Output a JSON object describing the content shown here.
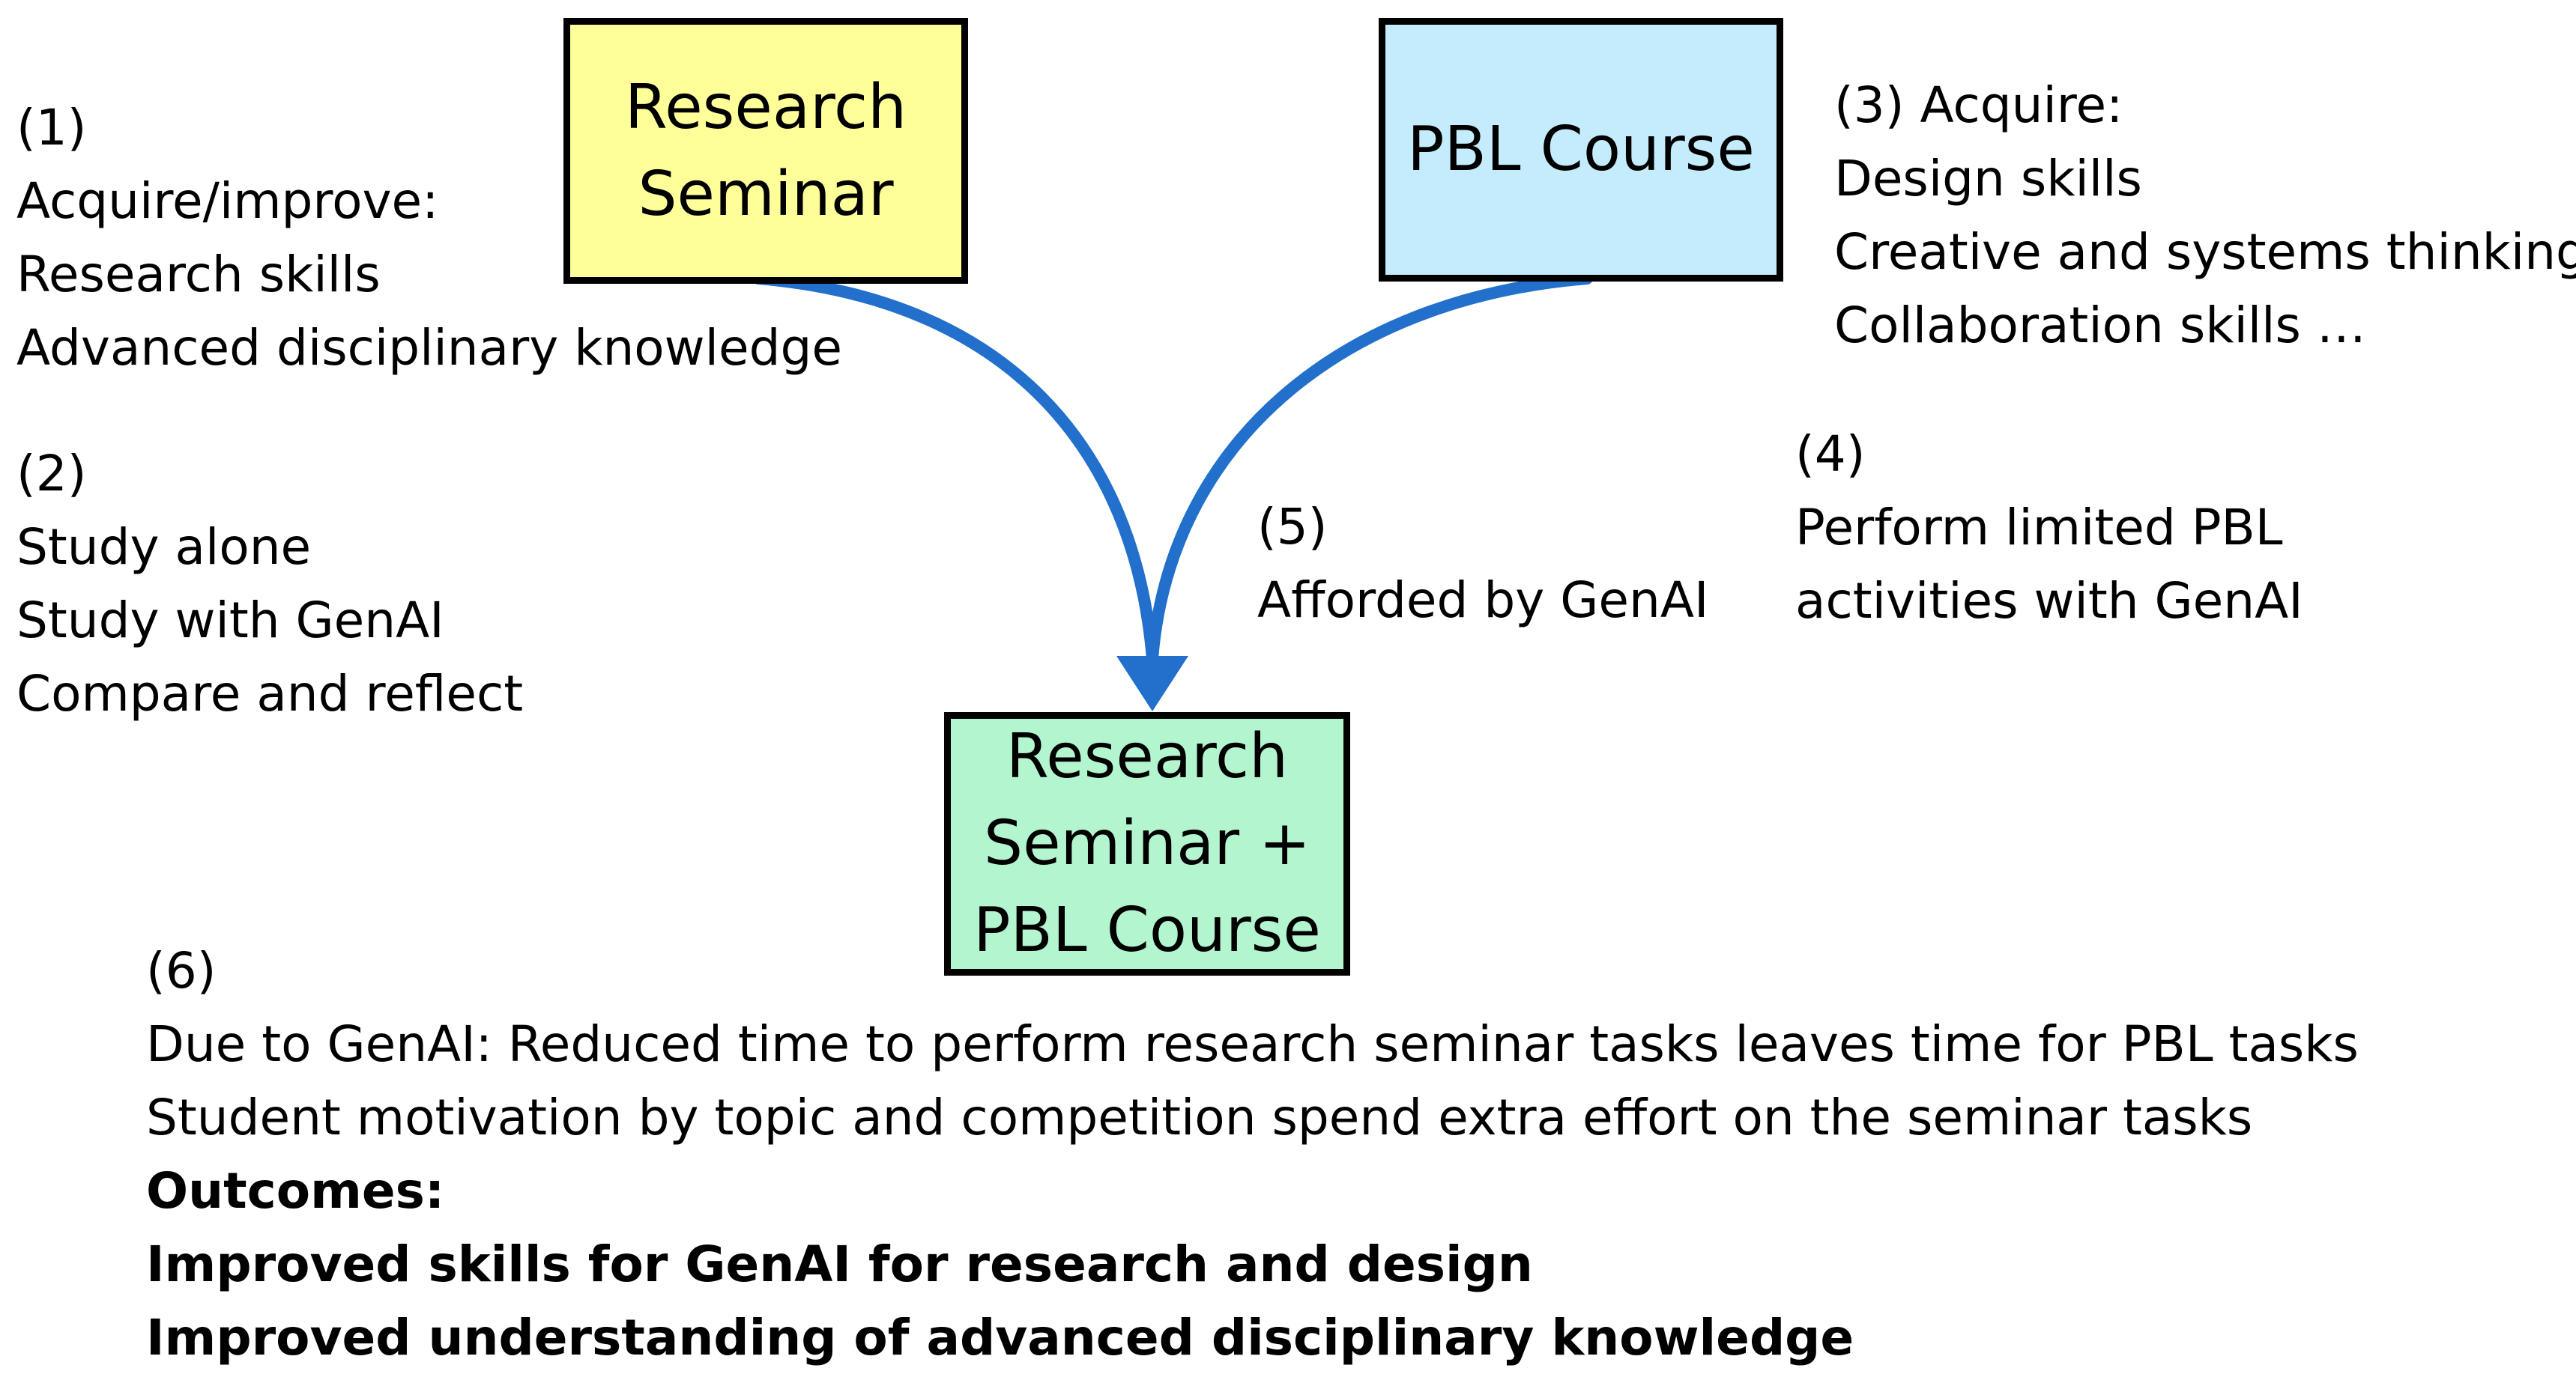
{
  "boxes": {
    "research_seminar": {
      "label": "Research\nSeminar",
      "fill": "#ffff99"
    },
    "pbl_course": {
      "label": "PBL Course",
      "fill": "#c5ecfd"
    },
    "combined": {
      "label": "Research\nSeminar +\nPBL Course",
      "fill": "#b3f5cf"
    }
  },
  "arrow_color": "#2270cc",
  "notes": {
    "n1": {
      "number": "(1)",
      "lines": [
        "Acquire/improve:",
        "Research skills",
        "Advanced disciplinary knowledge"
      ]
    },
    "n2": {
      "number": "(2)",
      "lines": [
        "Study alone",
        "Study with GenAI",
        "Compare and reflect"
      ]
    },
    "n3": {
      "lines": [
        "(3) Acquire:",
        "Design skills",
        "Creative and systems thinking",
        "Collaboration skills …"
      ]
    },
    "n4": {
      "number": "(4)",
      "lines": [
        "Perform limited PBL",
        "activities with GenAI"
      ]
    },
    "n5": {
      "number": "(5)",
      "lines": [
        "Afforded by GenAI"
      ]
    },
    "n6": {
      "number": "(6)",
      "lines": [
        "Due to GenAI: Reduced time to perform research seminar tasks leaves time for PBL tasks",
        "Student motivation by topic and competition spend extra effort on the seminar tasks"
      ],
      "outcomes": [
        "Outcomes:",
        "Improved skills for GenAI for research and design",
        "Improved understanding of advanced disciplinary knowledge"
      ]
    }
  }
}
